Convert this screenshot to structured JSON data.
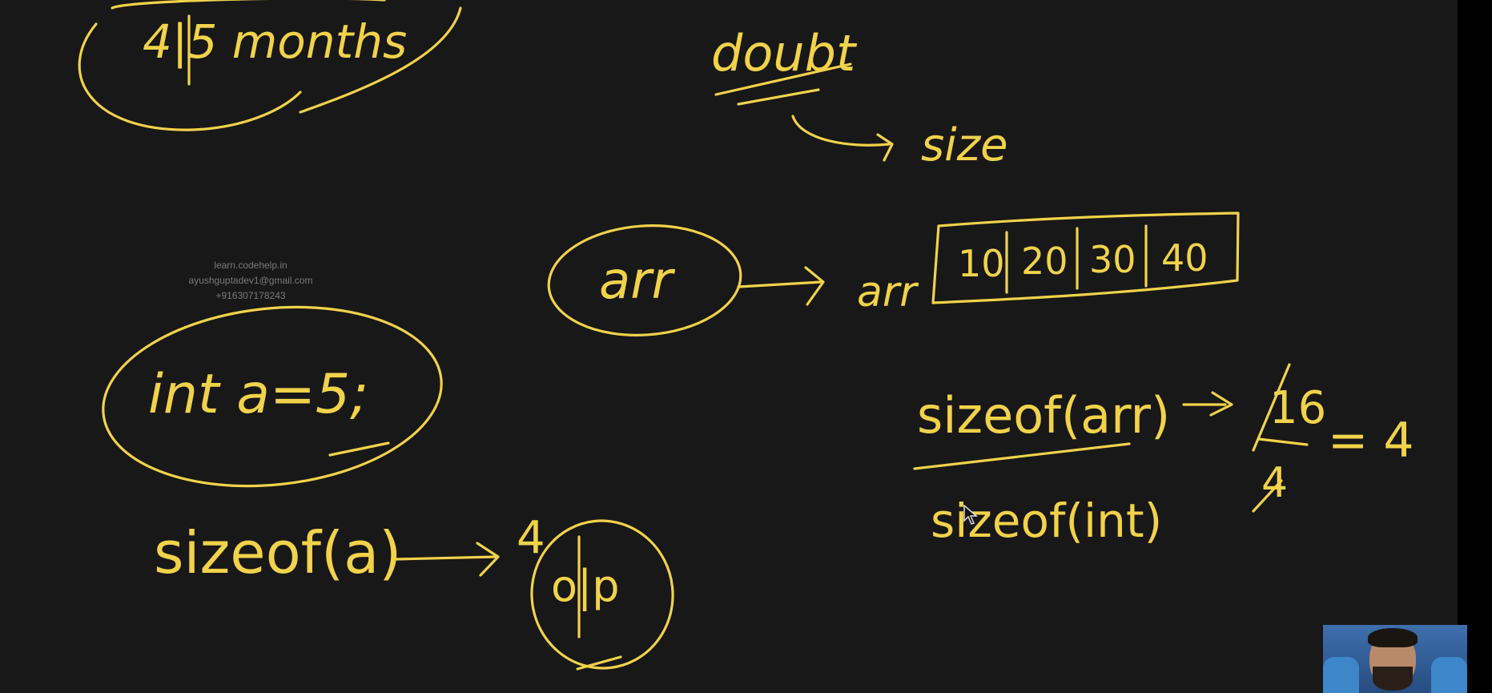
{
  "board": {
    "notes": {
      "months": "4|5 months",
      "doubt": "doubt",
      "size": "size",
      "arr_bubble": "arr",
      "arr_label": "arr",
      "array_cells": [
        "10",
        "20",
        "30",
        "40"
      ],
      "int_decl": "int a=5;",
      "sizeof_a": "sizeof(a)",
      "four_op": "4",
      "op": "o|p",
      "sizeof_arr": "sizeof(arr)",
      "sizeof_int": "sizeof(int)",
      "sixteen": "16",
      "four_den": "4",
      "equals_four": "= 4"
    },
    "ink_color": "#f1d24a",
    "background_color": "#181818"
  },
  "watermark": {
    "site": "learn.codehelp.in",
    "email": "ayushguptadev1@gmail.com",
    "phone": "+916307178243"
  },
  "webcam": {
    "label": "presenter-webcam"
  }
}
